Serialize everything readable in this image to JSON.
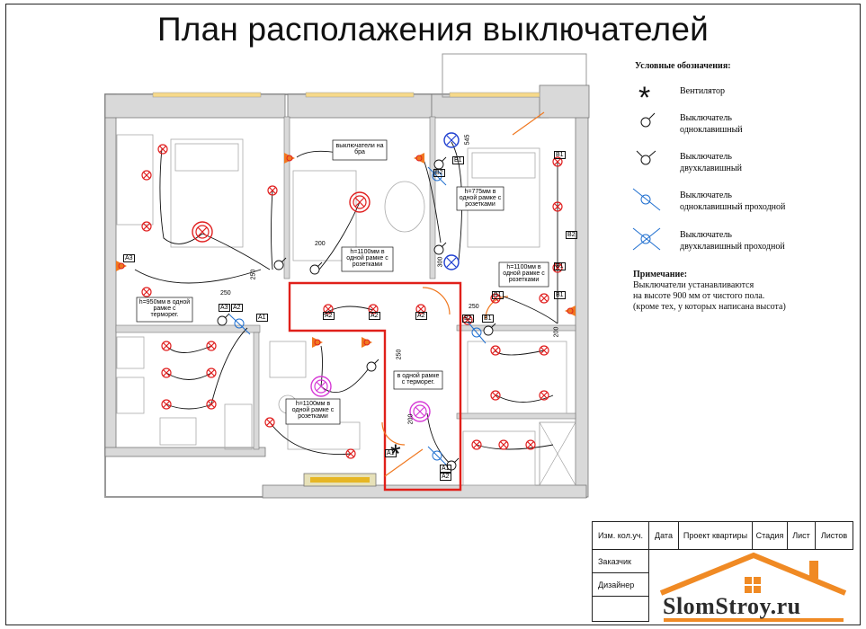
{
  "title": "План располажения выключателей",
  "legend": {
    "heading": "Условные обозначения:",
    "items": [
      {
        "icon": "fan-asterisk-icon",
        "label": "Вентилятор"
      },
      {
        "icon": "switch-single-icon",
        "label": "Выключатель одноклавишный"
      },
      {
        "icon": "switch-double-icon",
        "label": "Выключатель двухклавишный"
      },
      {
        "icon": "switch-single-passthrough-icon",
        "label": "Выключатель одноклавишный проходной"
      },
      {
        "icon": "switch-double-passthrough-icon",
        "label": "Выключатель двухклавишный проходной"
      }
    ]
  },
  "note": {
    "heading": "Примечание:",
    "lines": [
      "Выключатели устанавливаются",
      "на высоте 900 мм от чистого пола.",
      "(кроме тех, у которых написана высота)"
    ]
  },
  "plan_labels": {
    "sconce": "выключатели на бра",
    "h775": "h=775мм в одной рамке с розетками",
    "h1100a": "h=1100мм в одной рамке с розетками",
    "h1100b": "h=1100мм в одной рамке с розетками",
    "h1100c": "h=1100мм в одной рамке с розетками",
    "h950": "h=950мм в одной рамке с терморег.",
    "thermo": "в одной рамке с терморег.",
    "codes": [
      "A1",
      "A2",
      "A3",
      "B1",
      "B2"
    ],
    "dims": [
      "545",
      "300",
      "250",
      "200",
      "250",
      "250",
      "200",
      "250",
      "200"
    ]
  },
  "stamp": {
    "row1": [
      "Изм. кол.уч.",
      "Дата",
      "Проект квартиры",
      "Стадия",
      "Лист",
      "Листов"
    ],
    "customer": "Заказчик",
    "designer": "Дизайнер",
    "logo": "SlomStroy.ru"
  },
  "colors": {
    "wall": "#c8c8c8",
    "wire": "#111111",
    "lamp": "#e02020",
    "sconce": "#f07820",
    "highlight": "#e0201a",
    "passthrough": "#1f6fd0",
    "ceiling_lamp": "#d63ad6",
    "logo_orange": "#f08a24"
  }
}
